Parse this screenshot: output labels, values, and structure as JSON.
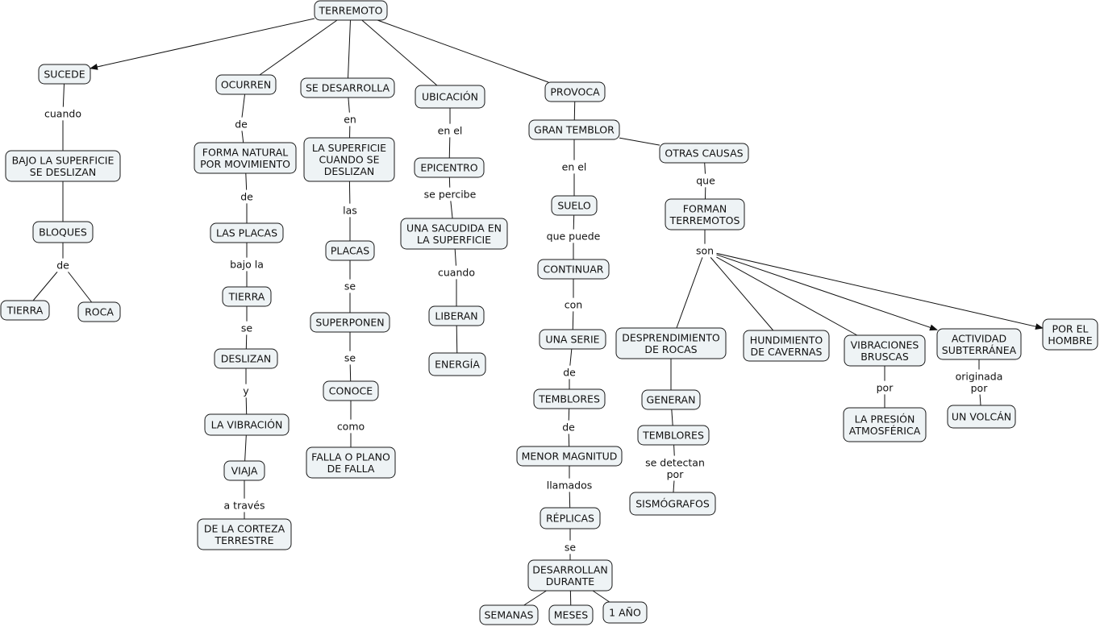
{
  "concepts": [
    {
      "id": "terremoto",
      "lines": [
        "TERREMOTO"
      ]
    },
    {
      "id": "sucede",
      "lines": [
        "SUCEDE"
      ]
    },
    {
      "id": "ocurren",
      "lines": [
        "OCURREN"
      ]
    },
    {
      "id": "se-desarrolla",
      "lines": [
        "SE DESARROLLA"
      ]
    },
    {
      "id": "ubicacion",
      "lines": [
        "UBICACIÓN"
      ]
    },
    {
      "id": "provoca",
      "lines": [
        "PROVOCA"
      ]
    },
    {
      "id": "bajo-superficie",
      "lines": [
        "BAJO LA SUPERFICIE",
        "SE DESLIZAN"
      ]
    },
    {
      "id": "bloques",
      "lines": [
        "BLOQUES"
      ]
    },
    {
      "id": "tierra1",
      "lines": [
        "TIERRA"
      ]
    },
    {
      "id": "roca",
      "lines": [
        "ROCA"
      ]
    },
    {
      "id": "forma-natural",
      "lines": [
        "FORMA NATURAL",
        "POR MOVIMIENTO"
      ]
    },
    {
      "id": "las-placas",
      "lines": [
        "LAS PLACAS"
      ]
    },
    {
      "id": "tierra2",
      "lines": [
        "TIERRA"
      ]
    },
    {
      "id": "deslizan",
      "lines": [
        "DESLIZAN"
      ]
    },
    {
      "id": "la-vibracion",
      "lines": [
        "LA VIBRACIÓN"
      ]
    },
    {
      "id": "viaja",
      "lines": [
        "VIAJA"
      ]
    },
    {
      "id": "corteza",
      "lines": [
        "DE LA CORTEZA",
        "TERRESTRE"
      ]
    },
    {
      "id": "superficie-cuando",
      "lines": [
        "LA SUPERFICIE",
        "CUANDO SE",
        "DESLIZAN"
      ]
    },
    {
      "id": "placas",
      "lines": [
        "PLACAS"
      ]
    },
    {
      "id": "superponen",
      "lines": [
        "SUPERPONEN"
      ]
    },
    {
      "id": "conoce",
      "lines": [
        "CONOCE"
      ]
    },
    {
      "id": "falla",
      "lines": [
        "FALLA O PLANO",
        "DE FALLA"
      ]
    },
    {
      "id": "epicentro",
      "lines": [
        "EPICENTRO"
      ]
    },
    {
      "id": "sacudida",
      "lines": [
        "UNA SACUDIDA EN",
        "LA SUPERFICIE"
      ]
    },
    {
      "id": "liberan",
      "lines": [
        "LIBERAN"
      ]
    },
    {
      "id": "energia",
      "lines": [
        "ENERGÍA"
      ]
    },
    {
      "id": "gran-temblor",
      "lines": [
        "GRAN TEMBLOR"
      ]
    },
    {
      "id": "suelo",
      "lines": [
        "SUELO"
      ]
    },
    {
      "id": "continuar",
      "lines": [
        "CONTINUAR"
      ]
    },
    {
      "id": "una-serie",
      "lines": [
        "UNA SERIE"
      ]
    },
    {
      "id": "temblores1",
      "lines": [
        "TEMBLORES"
      ]
    },
    {
      "id": "menor-magnitud",
      "lines": [
        "MENOR MAGNITUD"
      ]
    },
    {
      "id": "replicas",
      "lines": [
        "RÉPLICAS"
      ]
    },
    {
      "id": "desarrollan",
      "lines": [
        "DESARROLLAN",
        "DURANTE"
      ]
    },
    {
      "id": "semanas",
      "lines": [
        "SEMANAS"
      ]
    },
    {
      "id": "meses",
      "lines": [
        "MESES"
      ]
    },
    {
      "id": "un-ano",
      "lines": [
        "1 AÑO"
      ]
    },
    {
      "id": "otras-causas",
      "lines": [
        "OTRAS CAUSAS"
      ]
    },
    {
      "id": "forman-terremotos",
      "lines": [
        "FORMAN",
        "TERREMOTOS"
      ]
    },
    {
      "id": "desprendimiento",
      "lines": [
        "DESPRENDIMIENTO",
        "DE ROCAS"
      ]
    },
    {
      "id": "hundimiento",
      "lines": [
        "HUNDIMIENTO",
        "DE CAVERNAS"
      ]
    },
    {
      "id": "vibraciones",
      "lines": [
        "VIBRACIONES",
        "BRUSCAS"
      ]
    },
    {
      "id": "actividad",
      "lines": [
        "ACTIVIDAD",
        "SUBTERRÁNEA"
      ]
    },
    {
      "id": "por-hombre",
      "lines": [
        "POR EL",
        "HOMBRE"
      ]
    },
    {
      "id": "generan",
      "lines": [
        "GENERAN"
      ]
    },
    {
      "id": "temblores2",
      "lines": [
        "TEMBLORES"
      ]
    },
    {
      "id": "sismografos",
      "lines": [
        "SISMÓGRAFOS"
      ]
    },
    {
      "id": "presion",
      "lines": [
        "LA PRESIÓN",
        "ATMOSFÉRICA"
      ]
    },
    {
      "id": "volcan",
      "lines": [
        "UN VOLCÁN"
      ]
    }
  ],
  "linking_phrases": [
    {
      "id": "lp-cuando1",
      "lines": [
        "cuando"
      ]
    },
    {
      "id": "lp-de1",
      "lines": [
        "de"
      ]
    },
    {
      "id": "lp-de2",
      "lines": [
        "de"
      ]
    },
    {
      "id": "lp-de3",
      "lines": [
        "de"
      ]
    },
    {
      "id": "lp-bajo-la",
      "lines": [
        "bajo la"
      ]
    },
    {
      "id": "lp-se1",
      "lines": [
        "se"
      ]
    },
    {
      "id": "lp-y",
      "lines": [
        "y"
      ]
    },
    {
      "id": "lp-a-traves",
      "lines": [
        "a través"
      ]
    },
    {
      "id": "lp-en1",
      "lines": [
        "en"
      ]
    },
    {
      "id": "lp-las",
      "lines": [
        "las"
      ]
    },
    {
      "id": "lp-se2",
      "lines": [
        "se"
      ]
    },
    {
      "id": "lp-se3",
      "lines": [
        "se"
      ]
    },
    {
      "id": "lp-como",
      "lines": [
        "como"
      ]
    },
    {
      "id": "lp-en-el1",
      "lines": [
        "en el"
      ]
    },
    {
      "id": "lp-se-percibe",
      "lines": [
        "se percibe"
      ]
    },
    {
      "id": "lp-cuando2",
      "lines": [
        "cuando"
      ]
    },
    {
      "id": "lp-en-el2",
      "lines": [
        "en el"
      ]
    },
    {
      "id": "lp-que-puede",
      "lines": [
        "que puede"
      ]
    },
    {
      "id": "lp-con",
      "lines": [
        "con"
      ]
    },
    {
      "id": "lp-de4",
      "lines": [
        "de"
      ]
    },
    {
      "id": "lp-de5",
      "lines": [
        "de"
      ]
    },
    {
      "id": "lp-llamados",
      "lines": [
        "llamados"
      ]
    },
    {
      "id": "lp-se4",
      "lines": [
        "se"
      ]
    },
    {
      "id": "lp-que",
      "lines": [
        "que"
      ]
    },
    {
      "id": "lp-son",
      "lines": [
        "son"
      ]
    },
    {
      "id": "lp-se-detectan",
      "lines": [
        "se detectan",
        "por"
      ]
    },
    {
      "id": "lp-por",
      "lines": [
        "por"
      ]
    },
    {
      "id": "lp-originada",
      "lines": [
        "originada",
        "por"
      ]
    }
  ],
  "connections": [
    {
      "from": "terremoto",
      "to": "sucede",
      "arrow": true
    },
    {
      "from": "terremoto",
      "to": "ocurren"
    },
    {
      "from": "terremoto",
      "to": "se-desarrolla"
    },
    {
      "from": "terremoto",
      "to": "ubicacion"
    },
    {
      "from": "terremoto",
      "to": "provoca"
    },
    {
      "from": "sucede",
      "to": "lp-cuando1"
    },
    {
      "from": "lp-cuando1",
      "to": "bajo-superficie"
    },
    {
      "from": "bajo-superficie",
      "to": "bloques"
    },
    {
      "from": "bloques",
      "to": "lp-de1"
    },
    {
      "from": "lp-de1",
      "to": "tierra1"
    },
    {
      "from": "lp-de1",
      "to": "roca"
    },
    {
      "from": "ocurren",
      "to": "lp-de2"
    },
    {
      "from": "lp-de2",
      "to": "forma-natural"
    },
    {
      "from": "forma-natural",
      "to": "lp-de3"
    },
    {
      "from": "lp-de3",
      "to": "las-placas"
    },
    {
      "from": "las-placas",
      "to": "lp-bajo-la"
    },
    {
      "from": "lp-bajo-la",
      "to": "tierra2"
    },
    {
      "from": "tierra2",
      "to": "lp-se1"
    },
    {
      "from": "lp-se1",
      "to": "deslizan"
    },
    {
      "from": "deslizan",
      "to": "lp-y"
    },
    {
      "from": "lp-y",
      "to": "la-vibracion"
    },
    {
      "from": "la-vibracion",
      "to": "viaja"
    },
    {
      "from": "viaja",
      "to": "lp-a-traves"
    },
    {
      "from": "lp-a-traves",
      "to": "corteza"
    },
    {
      "from": "se-desarrolla",
      "to": "lp-en1"
    },
    {
      "from": "lp-en1",
      "to": "superficie-cuando"
    },
    {
      "from": "superficie-cuando",
      "to": "lp-las"
    },
    {
      "from": "lp-las",
      "to": "placas"
    },
    {
      "from": "placas",
      "to": "lp-se2"
    },
    {
      "from": "lp-se2",
      "to": "superponen"
    },
    {
      "from": "superponen",
      "to": "lp-se3"
    },
    {
      "from": "lp-se3",
      "to": "conoce"
    },
    {
      "from": "conoce",
      "to": "lp-como"
    },
    {
      "from": "lp-como",
      "to": "falla"
    },
    {
      "from": "ubicacion",
      "to": "lp-en-el1"
    },
    {
      "from": "lp-en-el1",
      "to": "epicentro"
    },
    {
      "from": "epicentro",
      "to": "lp-se-percibe"
    },
    {
      "from": "lp-se-percibe",
      "to": "sacudida"
    },
    {
      "from": "sacudida",
      "to": "lp-cuando2"
    },
    {
      "from": "lp-cuando2",
      "to": "liberan"
    },
    {
      "from": "liberan",
      "to": "energia"
    },
    {
      "from": "provoca",
      "to": "gran-temblor"
    },
    {
      "from": "gran-temblor",
      "to": "lp-en-el2"
    },
    {
      "from": "lp-en-el2",
      "to": "suelo"
    },
    {
      "from": "suelo",
      "to": "lp-que-puede"
    },
    {
      "from": "lp-que-puede",
      "to": "continuar"
    },
    {
      "from": "continuar",
      "to": "lp-con"
    },
    {
      "from": "lp-con",
      "to": "una-serie"
    },
    {
      "from": "una-serie",
      "to": "lp-de4"
    },
    {
      "from": "lp-de4",
      "to": "temblores1"
    },
    {
      "from": "temblores1",
      "to": "lp-de5"
    },
    {
      "from": "lp-de5",
      "to": "menor-magnitud"
    },
    {
      "from": "menor-magnitud",
      "to": "lp-llamados"
    },
    {
      "from": "lp-llamados",
      "to": "replicas"
    },
    {
      "from": "replicas",
      "to": "lp-se4"
    },
    {
      "from": "lp-se4",
      "to": "desarrollan"
    },
    {
      "from": "desarrollan",
      "to": "semanas"
    },
    {
      "from": "desarrollan",
      "to": "meses"
    },
    {
      "from": "desarrollan",
      "to": "un-ano"
    },
    {
      "from": "gran-temblor",
      "to": "otras-causas"
    },
    {
      "from": "otras-causas",
      "to": "lp-que"
    },
    {
      "from": "lp-que",
      "to": "forman-terremotos"
    },
    {
      "from": "forman-terremotos",
      "to": "lp-son"
    },
    {
      "from": "lp-son",
      "to": "desprendimiento"
    },
    {
      "from": "lp-son",
      "to": "hundimiento"
    },
    {
      "from": "lp-son",
      "to": "vibraciones"
    },
    {
      "from": "lp-son",
      "to": "actividad",
      "arrow": true
    },
    {
      "from": "lp-son",
      "to": "por-hombre",
      "arrow": true
    },
    {
      "from": "desprendimiento",
      "to": "generan"
    },
    {
      "from": "generan",
      "to": "temblores2"
    },
    {
      "from": "temblores2",
      "to": "lp-se-detectan"
    },
    {
      "from": "lp-se-detectan",
      "to": "sismografos"
    },
    {
      "from": "vibraciones",
      "to": "lp-por"
    },
    {
      "from": "lp-por",
      "to": "presion"
    },
    {
      "from": "actividad",
      "to": "lp-originada"
    },
    {
      "from": "lp-originada",
      "to": "volcan"
    }
  ]
}
